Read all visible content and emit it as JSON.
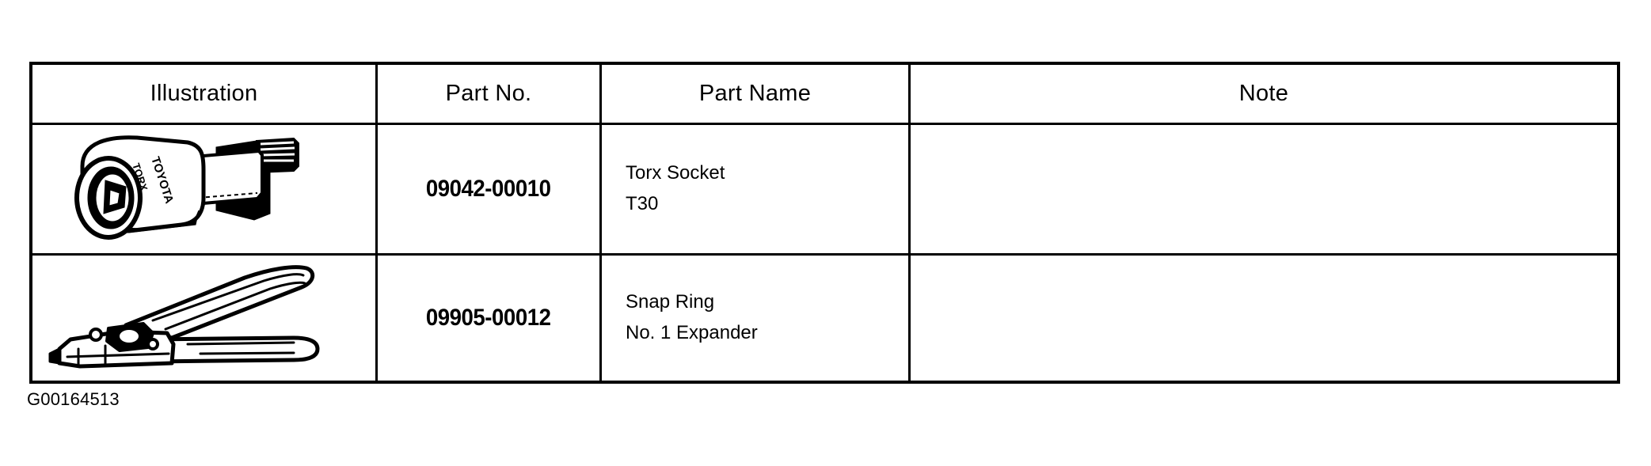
{
  "figure": {
    "caption": "G00164513"
  },
  "table": {
    "columns": [
      {
        "key": "illustration",
        "label": "Illustration"
      },
      {
        "key": "part_no",
        "label": "Part No."
      },
      {
        "key": "part_name",
        "label": "Part Name"
      },
      {
        "key": "note",
        "label": "Note"
      }
    ],
    "rows": [
      {
        "illustration_icon": "torx-socket-icon",
        "illustration_markings": [
          "TOYOTA",
          "TORX"
        ],
        "part_no": "09042-00010",
        "part_name_lines": [
          "Torx Socket",
          "T30"
        ],
        "note": ""
      },
      {
        "illustration_icon": "snap-ring-pliers-icon",
        "illustration_markings": [],
        "part_no": "09905-00012",
        "part_name_lines": [
          "Snap Ring",
          "No. 1 Expander"
        ],
        "note": ""
      }
    ]
  },
  "colors": {
    "ink": "#000000",
    "paper": "#ffffff"
  }
}
